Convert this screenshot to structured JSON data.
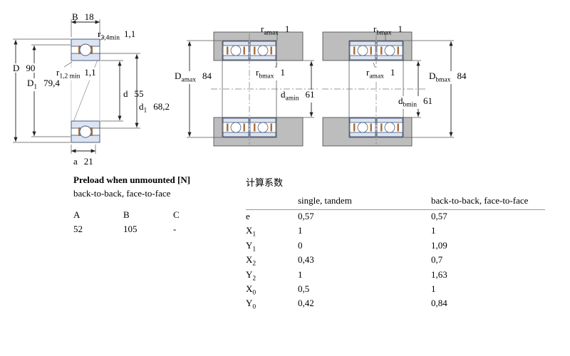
{
  "colors": {
    "bearing_fill": "#dce4f2",
    "bearing_stroke": "#4a5a7a",
    "housing_grey": "#bdbdbd",
    "cage_brown": "#a9713f"
  },
  "left_drawing": {
    "b": {
      "name": "B",
      "value": "18"
    },
    "r34": {
      "name": "r",
      "sub": "3,4min",
      "value": "1,1"
    },
    "D": {
      "name": "D",
      "value": "90"
    },
    "r12": {
      "name": "r",
      "sub": "1,2 min",
      "value": "1,1"
    },
    "D1": {
      "name": "D",
      "sub": "1",
      "value": "79,4"
    },
    "d": {
      "name": "d",
      "value": "55"
    },
    "d1": {
      "name": "d",
      "sub": "1",
      "value": "68,2"
    },
    "a": {
      "name": "a",
      "value": "21"
    }
  },
  "arrangement1": {
    "r_top": {
      "name": "r",
      "sub": "amax",
      "value": "1"
    },
    "D_left": {
      "name": "D",
      "sub": "amax",
      "value": "84"
    },
    "r_mid": {
      "name": "r",
      "sub": "bmax",
      "value": "1"
    },
    "d_mid": {
      "name": "d",
      "sub": "amin",
      "value": "61"
    }
  },
  "arrangement2": {
    "r_top": {
      "name": "r",
      "sub": "bmax",
      "value": "1"
    },
    "r_mid": {
      "name": "r",
      "sub": "amax",
      "value": "1"
    },
    "D_right": {
      "name": "D",
      "sub": "bmax",
      "value": "84"
    },
    "d_mid": {
      "name": "d",
      "sub": "bmin",
      "value": "61"
    }
  },
  "preload": {
    "title": "Preload when unmounted [N]",
    "subtitle": "back-to-back, face-to-face",
    "col_a": "A",
    "col_b": "B",
    "col_c": "C",
    "val_a": "52",
    "val_b": "105",
    "val_c": "-"
  },
  "factors": {
    "title": "计算系数",
    "col1": "single, tandem",
    "col2": "back-to-back, face-to-face",
    "rows": [
      {
        "label": "e",
        "sub": "",
        "v1": "0,57",
        "v2": "0,57"
      },
      {
        "label": "X",
        "sub": "1",
        "v1": "1",
        "v2": "1"
      },
      {
        "label": "Y",
        "sub": "1",
        "v1": "0",
        "v2": "1,09"
      },
      {
        "label": "X",
        "sub": "2",
        "v1": "0,43",
        "v2": "0,7"
      },
      {
        "label": "Y",
        "sub": "2",
        "v1": "1",
        "v2": "1,63"
      },
      {
        "label": "X",
        "sub": "0",
        "v1": "0,5",
        "v2": "1"
      },
      {
        "label": "Y",
        "sub": "0",
        "v1": "0,42",
        "v2": "0,84"
      }
    ]
  }
}
